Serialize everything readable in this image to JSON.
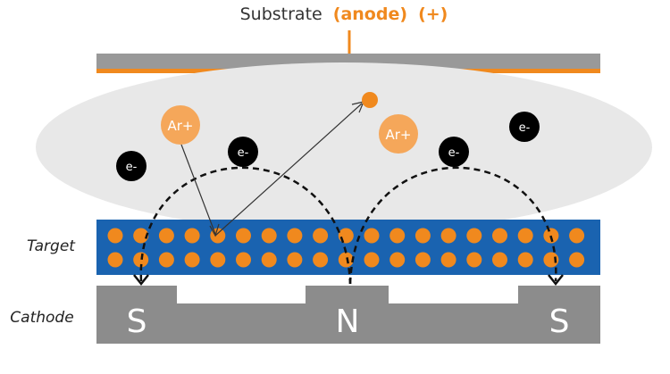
{
  "title": {
    "prefix": "Substrate",
    "anode": "(anode)",
    "plus": "(+)"
  },
  "labels": {
    "target": "Target",
    "cathode": "Cathode"
  },
  "particles": {
    "ion": "Ar+",
    "electron": "e-"
  },
  "magnets": {
    "left": "S",
    "center": "N",
    "right": "S"
  },
  "colors": {
    "orange": "#f0891e",
    "ion_fill": "#f5a75a",
    "blue": "#1a63b0",
    "gray": "#8c8c8c",
    "substrate": "#999999",
    "plasma": "#e8e8e8",
    "black": "#000000"
  }
}
